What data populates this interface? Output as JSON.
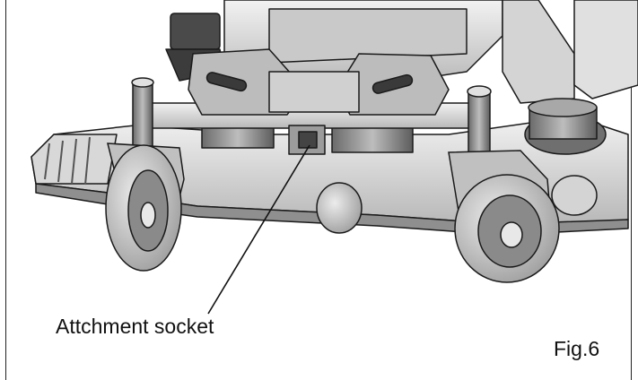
{
  "callout": {
    "label": "Attchment socket"
  },
  "figure": {
    "label": "Fig.6"
  },
  "colors": {
    "metal_light": "#e6e6e6",
    "metal_mid": "#bdbdbd",
    "metal_dark": "#5a5a5a",
    "line": "#1a1a1a",
    "tire": "#cfcfcf"
  },
  "icons": [
    "mower-deck-illustration",
    "caster-wheel-icon",
    "hitch-socket-icon"
  ]
}
